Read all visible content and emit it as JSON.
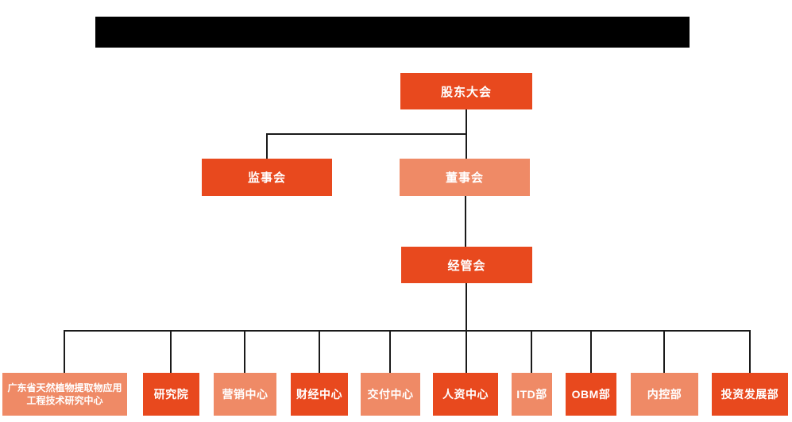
{
  "colors": {
    "primary": "#E8491E",
    "secondary": "#EF8A66",
    "line": "#1A1A1A",
    "text": "#FFFFFF",
    "redacted_bar": "#000000"
  },
  "title_bar": {
    "redacted": true,
    "label": ""
  },
  "org_chart": {
    "level1": {
      "label": "股东大会",
      "variant": "primary"
    },
    "level2": [
      {
        "label": "监事会",
        "variant": "primary"
      },
      {
        "label": "董事会",
        "variant": "secondary"
      }
    ],
    "level3": {
      "label": "经管会",
      "variant": "primary"
    },
    "level4": [
      {
        "label": "广东省天然植物提取物应用工程技术研究中心",
        "variant": "secondary"
      },
      {
        "label": "研究院",
        "variant": "primary"
      },
      {
        "label": "营销中心",
        "variant": "secondary"
      },
      {
        "label": "财经中心",
        "variant": "primary"
      },
      {
        "label": "交付中心",
        "variant": "secondary"
      },
      {
        "label": "人资中心",
        "variant": "primary"
      },
      {
        "label": "ITD部",
        "variant": "secondary"
      },
      {
        "label": "OBM部",
        "variant": "primary"
      },
      {
        "label": "内控部",
        "variant": "secondary"
      },
      {
        "label": "投资发展部",
        "variant": "primary"
      }
    ]
  }
}
